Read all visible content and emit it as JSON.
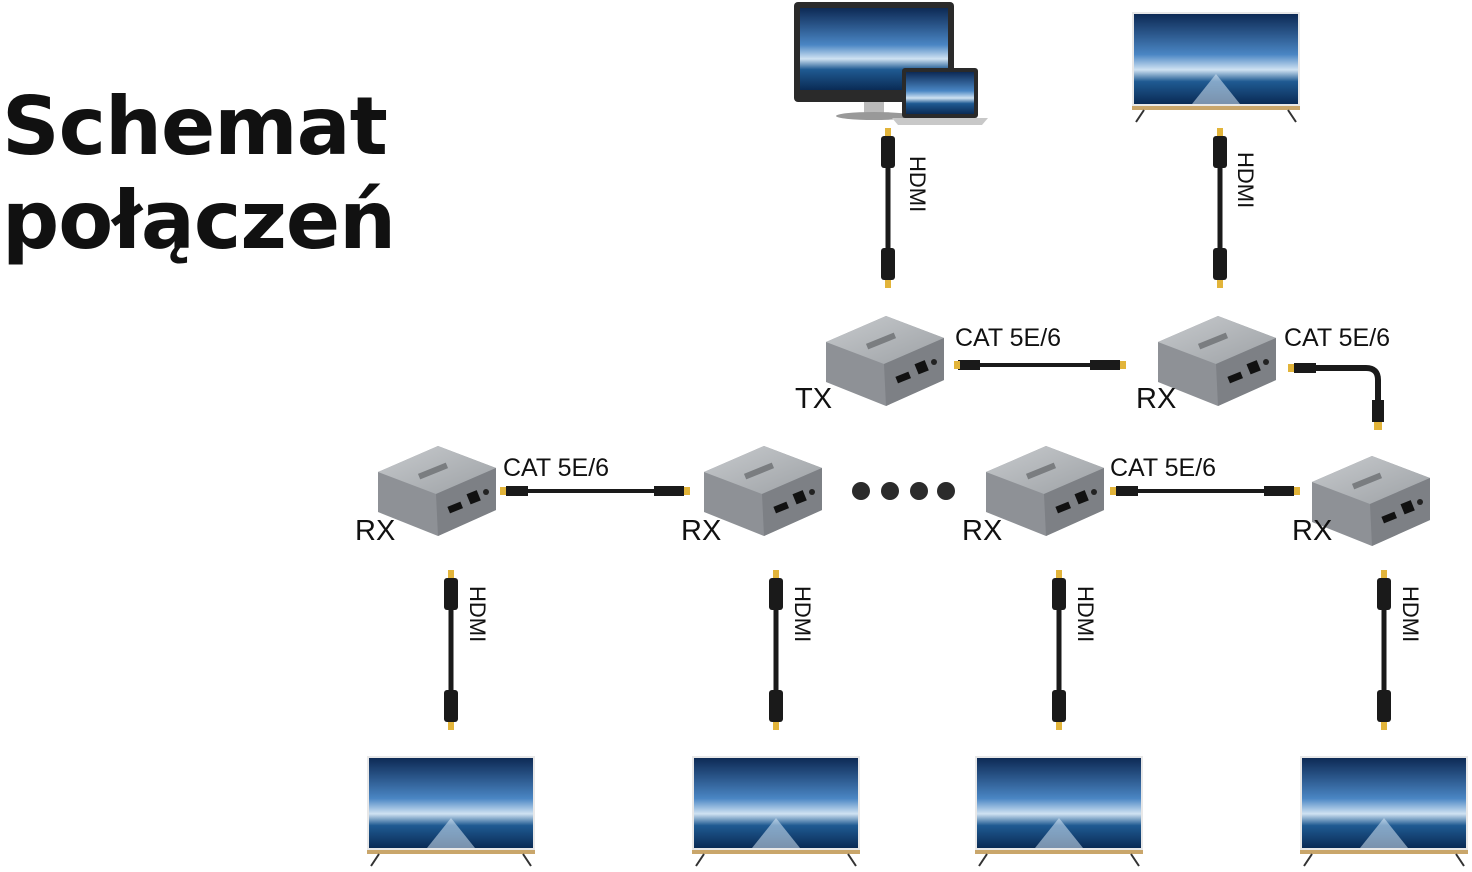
{
  "title": {
    "line1": "Schemat",
    "line2": "połączeń"
  },
  "labels": {
    "hdmi": "HDMI",
    "cat": "CAT 5E/6",
    "tx": "TX",
    "rx": "RX"
  },
  "colors": {
    "cable": "#1a1a1a",
    "connector_gold": "#e2b43a",
    "device_body": "#8e9196",
    "device_top": "#b9bcc0",
    "screen_sky": "#2b6fb4",
    "tv_stand": "#c9a66b"
  },
  "icons": {
    "source": "desktop-and-laptop-icon",
    "display": "tv-icon",
    "extender": "hdmi-extender-icon",
    "ellipsis": "more-dots-icon"
  }
}
